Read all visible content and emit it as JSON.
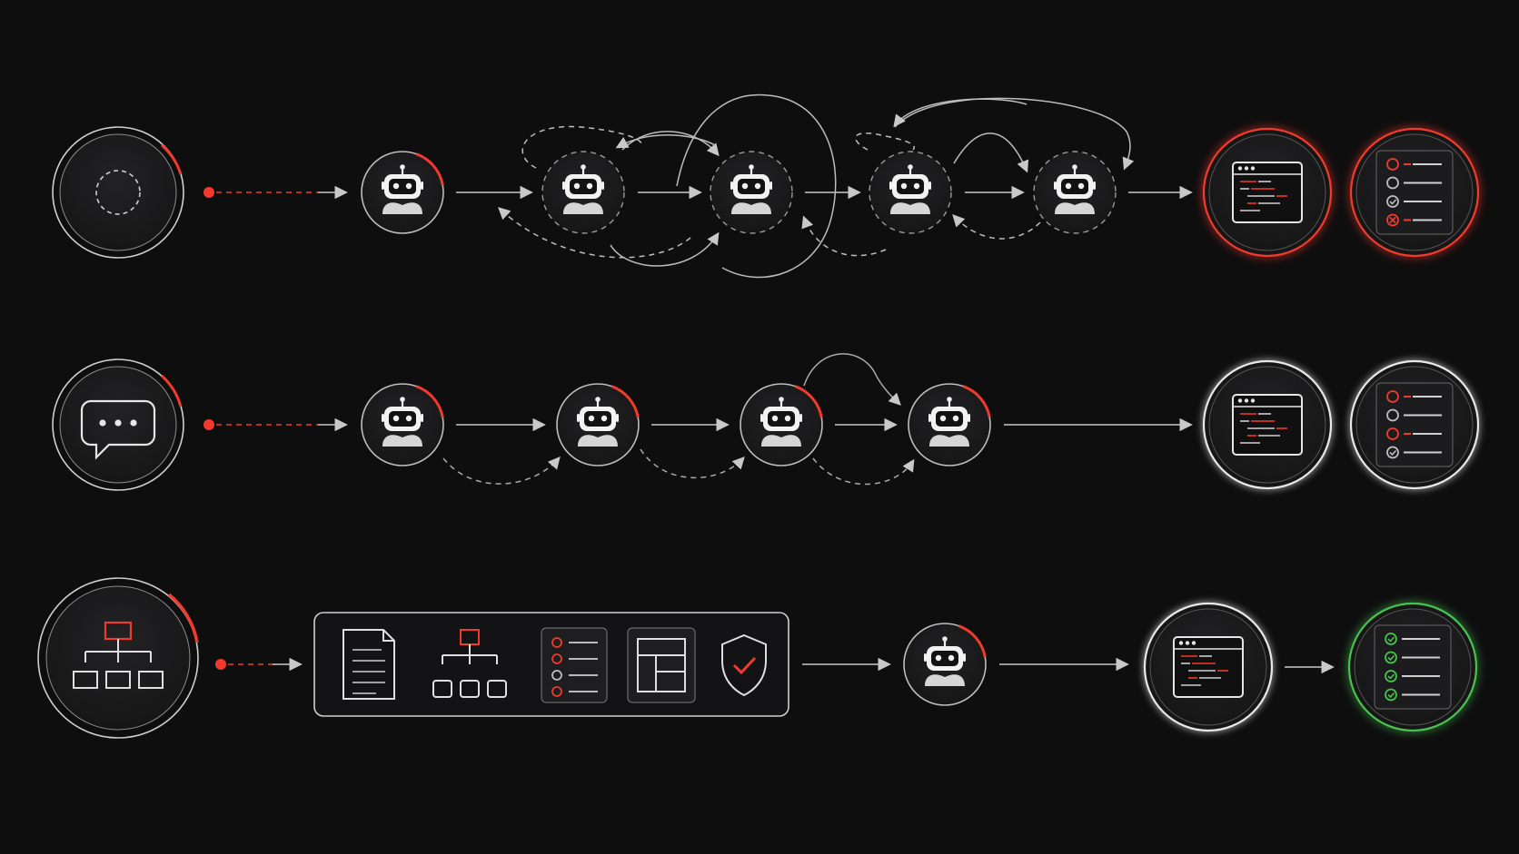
{
  "colors": {
    "background": "#0e0e0f",
    "line": "#cfcfcf",
    "dim": "#9a9a9a",
    "accent_red": "#f23a2c",
    "success_green": "#49c24f",
    "panel_fill": "#1a1a1c"
  },
  "rows": [
    {
      "id": "chaotic",
      "source_icon": "dashed-circle-icon",
      "agents": 5,
      "output_state": "error",
      "checklist": [
        "pending-red",
        "pending",
        "done",
        "failed-red"
      ]
    },
    {
      "id": "conversation",
      "source_icon": "chat-bubble-icon",
      "agents": 4,
      "output_state": "neutral",
      "checklist": [
        "pending-red",
        "pending",
        "pending-red",
        "done"
      ]
    },
    {
      "id": "structured",
      "source_icon": "org-chart-icon",
      "agents": 1,
      "context_panel_icons": [
        "document-icon",
        "hierarchy-icon",
        "checklist-icon",
        "layout-icon",
        "shield-check-icon"
      ],
      "output_state": "success",
      "checklist": [
        "done",
        "done",
        "done",
        "done"
      ]
    }
  ]
}
